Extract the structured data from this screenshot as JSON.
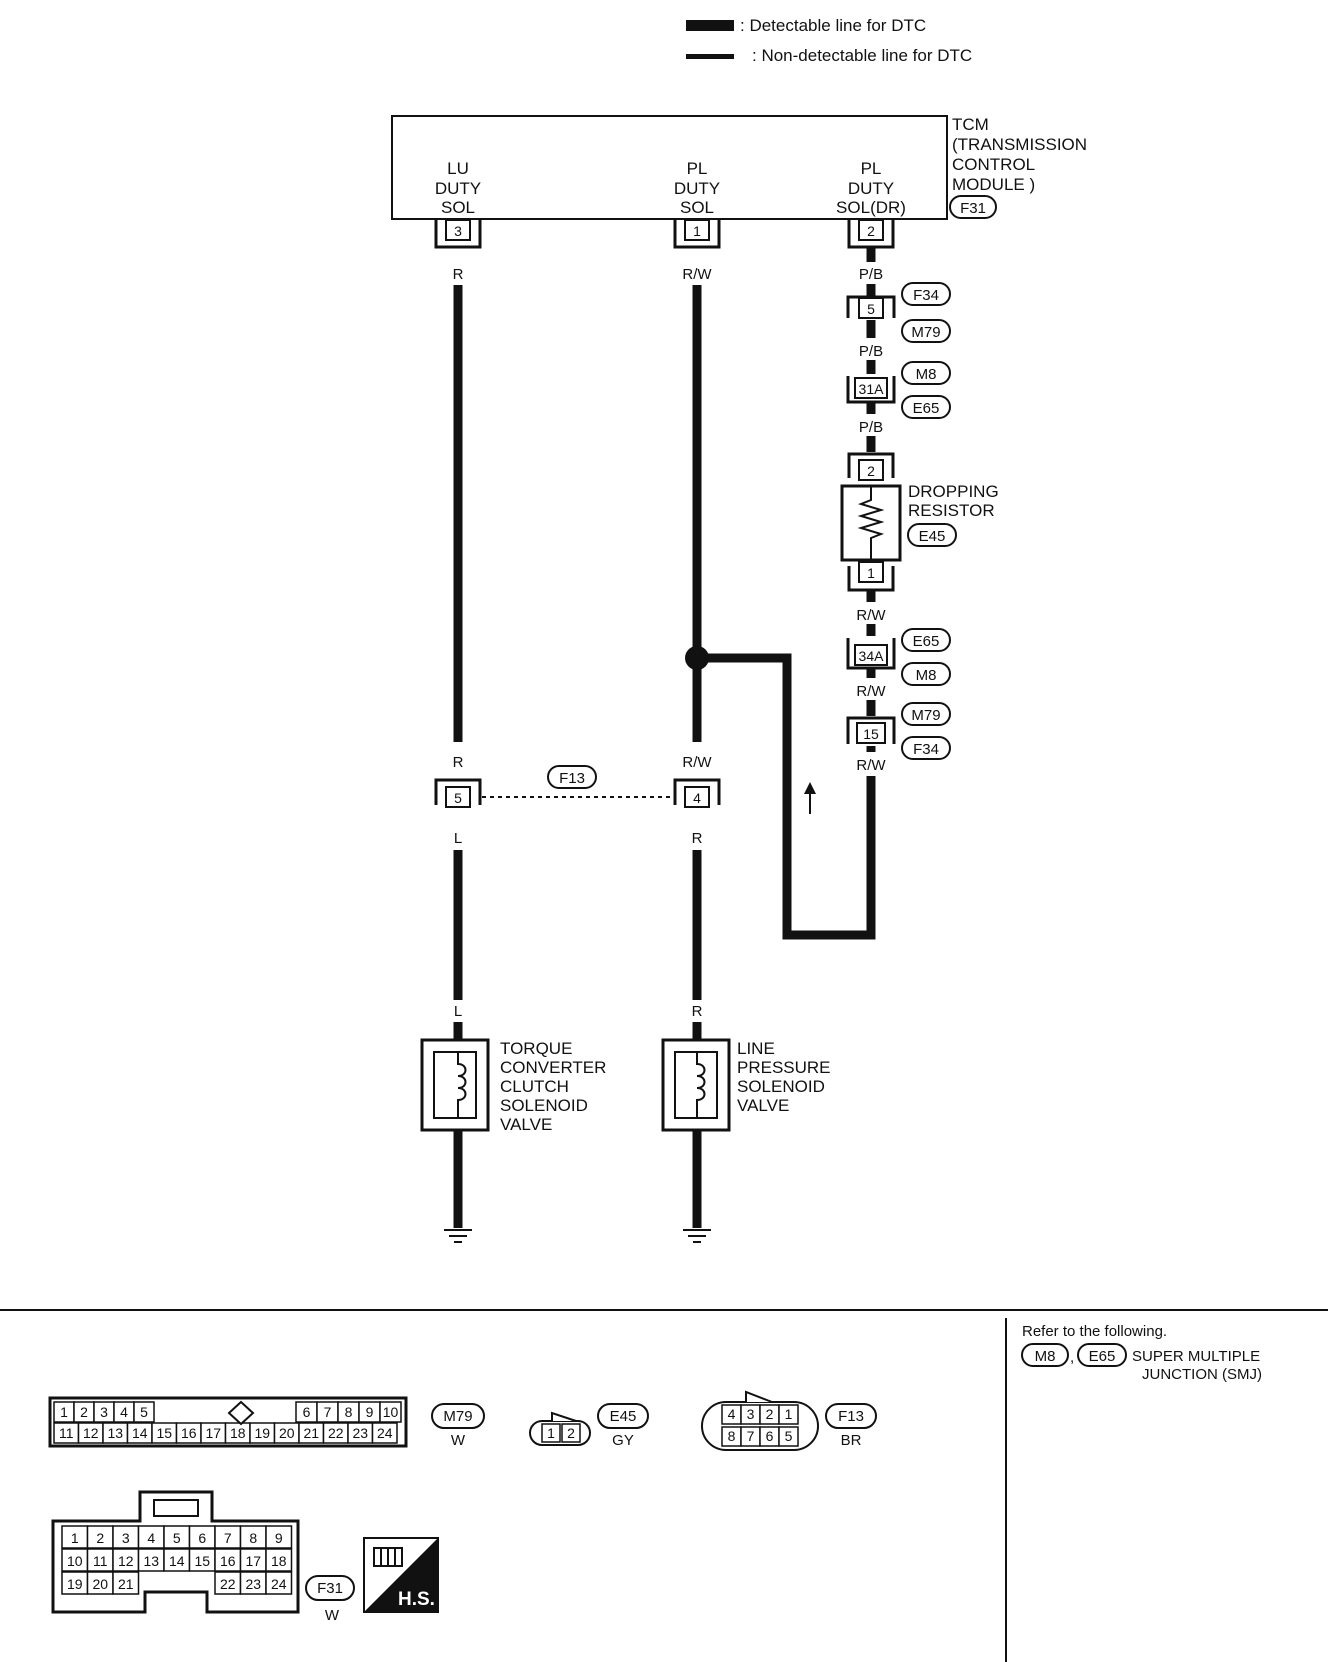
{
  "legend": {
    "detectable": ": Detectable line for DTC",
    "non_detectable": ": Non-detectable line for DTC"
  },
  "tcm": {
    "title_lines": [
      "TCM",
      "(TRANSMISSION",
      "CONTROL",
      "MODULE )"
    ],
    "connector": "F31",
    "terminals": [
      {
        "lines": [
          "LU",
          "DUTY",
          "SOL"
        ],
        "pin": "3"
      },
      {
        "lines": [
          "PL",
          "DUTY",
          "SOL"
        ],
        "pin": "1"
      },
      {
        "lines": [
          "PL",
          "DUTY",
          "SOL(DR)"
        ],
        "pin": "2"
      }
    ]
  },
  "wires": {
    "lu_top": "R",
    "pl_top": "R/W",
    "dr_top": "P/B",
    "dr_1": "P/B",
    "dr_2": "P/B",
    "dr_3": "R/W",
    "dr_4": "R/W",
    "dr_5": "R/W",
    "lu_mid": "R",
    "pl_mid": "R/W",
    "lu_low": "L",
    "pl_low": "R",
    "lu_bottom": "L",
    "pl_bottom": "R"
  },
  "connectors": {
    "c_5": {
      "pin": "5",
      "ids": [
        "F34",
        "M79"
      ]
    },
    "c_31a": {
      "pin": "31A",
      "ids": [
        "M8",
        "E65"
      ]
    },
    "c_34a": {
      "pin": "34A",
      "ids": [
        "E65",
        "M8"
      ]
    },
    "c_15": {
      "pin": "15",
      "ids": [
        "M79",
        "F34"
      ]
    },
    "f13": {
      "id": "F13",
      "pin_left": "5",
      "pin_right": "4"
    }
  },
  "resistor": {
    "lines": [
      "DROPPING",
      "RESISTOR"
    ],
    "id": "E45",
    "pin_top": "2",
    "pin_bottom": "1"
  },
  "solenoids": {
    "tcc": [
      "TORQUE",
      "CONVERTER",
      "CLUTCH",
      "SOLENOID",
      "VALVE"
    ],
    "line": [
      "LINE",
      "PRESSURE",
      "SOLENOID",
      "VALVE"
    ]
  },
  "refer": {
    "heading": "Refer to the following.",
    "ids": [
      "M8",
      "E65"
    ],
    "sep": ",",
    "desc_lines": [
      "SUPER MULTIPLE",
      "JUNCTION (SMJ)"
    ]
  },
  "face_views": {
    "m79": {
      "id": "M79",
      "color": "W",
      "top_left": [
        "1",
        "2",
        "3",
        "4",
        "5"
      ],
      "top_right": [
        "6",
        "7",
        "8",
        "9",
        "10"
      ],
      "bottom": [
        "11",
        "12",
        "13",
        "14",
        "15",
        "16",
        "17",
        "18",
        "19",
        "20",
        "21",
        "22",
        "23",
        "24"
      ]
    },
    "e45": {
      "id": "E45",
      "color": "GY",
      "pins": [
        "1",
        "2"
      ]
    },
    "f13": {
      "id": "F13",
      "color": "BR",
      "top": [
        "4",
        "3",
        "2",
        "1"
      ],
      "bottom": [
        "8",
        "7",
        "6",
        "5"
      ]
    },
    "f31": {
      "id": "F31",
      "color": "W",
      "row1": [
        "1",
        "2",
        "3",
        "4",
        "5",
        "6",
        "7",
        "8",
        "9"
      ],
      "row2": [
        "10",
        "11",
        "12",
        "13",
        "14",
        "15",
        "16",
        "17",
        "18"
      ],
      "row3_left": [
        "19",
        "20",
        "21"
      ],
      "row3_right": [
        "22",
        "23",
        "24"
      ]
    },
    "hs_label": "H.S."
  }
}
